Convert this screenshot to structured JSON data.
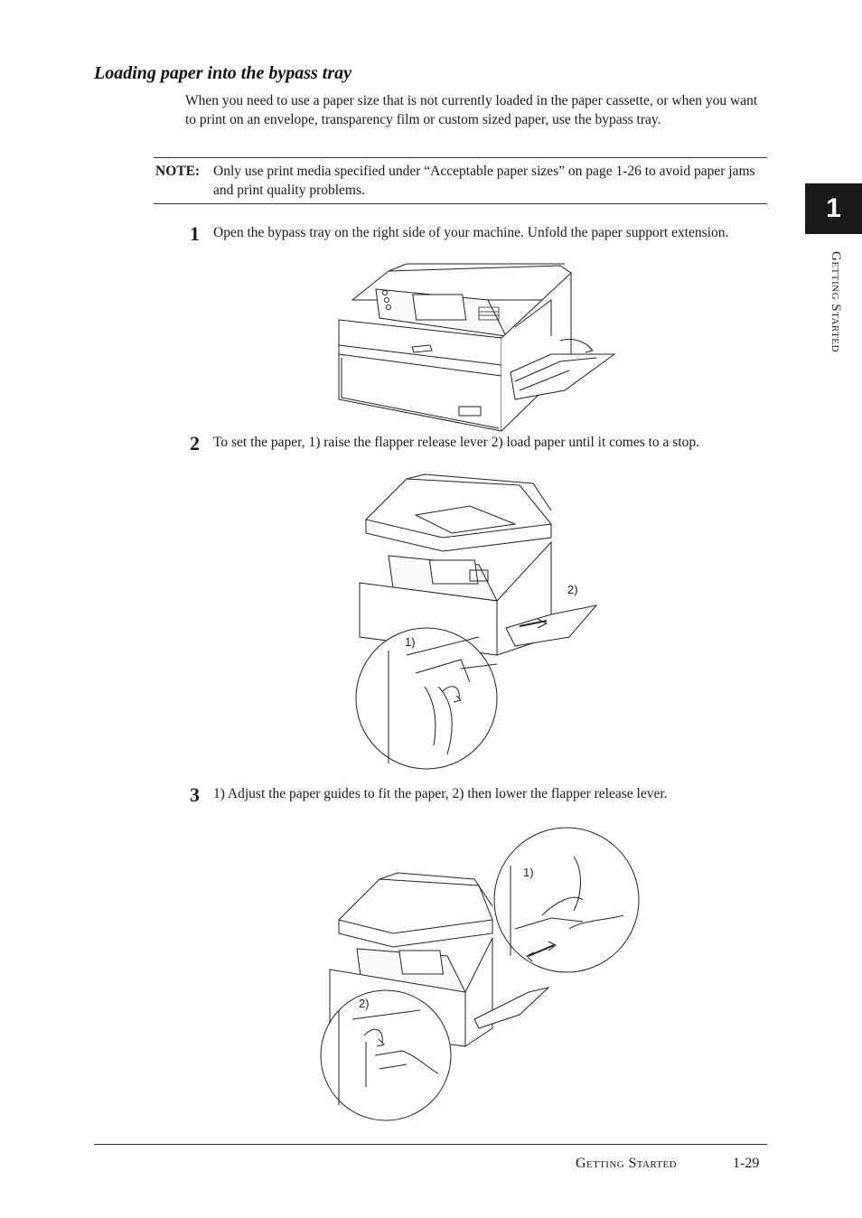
{
  "section_title": "Loading paper into the bypass tray",
  "intro": "When you need to use a paper size that is not currently loaded in the paper cassette, or when you want to print on an envelope, transparency film or custom sized paper, use the bypass tray.",
  "note": {
    "label": "NOTE:",
    "text": "Only use print media specified under “Acceptable paper sizes” on page 1-26 to avoid paper jams and print quality problems."
  },
  "steps": [
    {
      "number": "1",
      "text": "Open the bypass tray on the right side of your machine. Unfold the paper support extension."
    },
    {
      "number": "2",
      "text": "To set the paper, 1) raise the flapper release lever 2) load paper until it comes to a stop.",
      "callouts": [
        "1)",
        "2)"
      ]
    },
    {
      "number": "3",
      "text": "1) Adjust the paper guides to fit the paper, 2) then lower the flapper release lever.",
      "callouts": [
        "1)",
        "2)"
      ]
    }
  ],
  "chapter_tab": "1",
  "side_label": "Getting Started",
  "footer": {
    "section": "Getting Started",
    "page": "1-29"
  }
}
